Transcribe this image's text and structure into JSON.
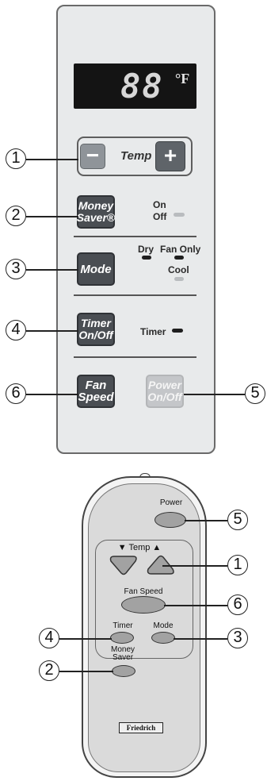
{
  "panel": {
    "display_digits": "88",
    "display_unit": "°F",
    "temp_label": "Temp",
    "minus_label": "−",
    "plus_label": "+",
    "money_saver": {
      "line1": "Money",
      "line2": "Saver®"
    },
    "on_label": "On",
    "off_label": "Off",
    "mode_label": "Mode",
    "dry_label": "Dry",
    "fan_only_label": "Fan Only",
    "cool_label": "Cool",
    "timer_btn": {
      "line1": "Timer",
      "line2": "On/Off"
    },
    "timer_indicator_label": "Timer",
    "fan_speed": {
      "line1": "Fan",
      "line2": "Speed"
    },
    "power": {
      "line1": "Power",
      "line2": "On/Off"
    }
  },
  "remote": {
    "power_label": "Power",
    "temp_label": "▼ Temp ▲",
    "fan_speed_label": "Fan Speed",
    "timer_label": "Timer",
    "mode_label": "Mode",
    "money_saver": {
      "line1": "Money",
      "line2": "Saver"
    },
    "brand": "Friedrich"
  },
  "callouts": {
    "c1": "1",
    "c2": "2",
    "c3": "3",
    "c4": "4",
    "c5": "5",
    "c6": "6",
    "r5": "5",
    "r1": "1",
    "r6": "6",
    "r4": "4",
    "r3": "3",
    "r2": "2"
  },
  "colors": {
    "panel_bg": "#e8eaeb",
    "button_dark": "#4a4e53",
    "button_faded": "#c4c6c9",
    "display_bg": "#141414",
    "remote_button": "#a2a2a2"
  }
}
